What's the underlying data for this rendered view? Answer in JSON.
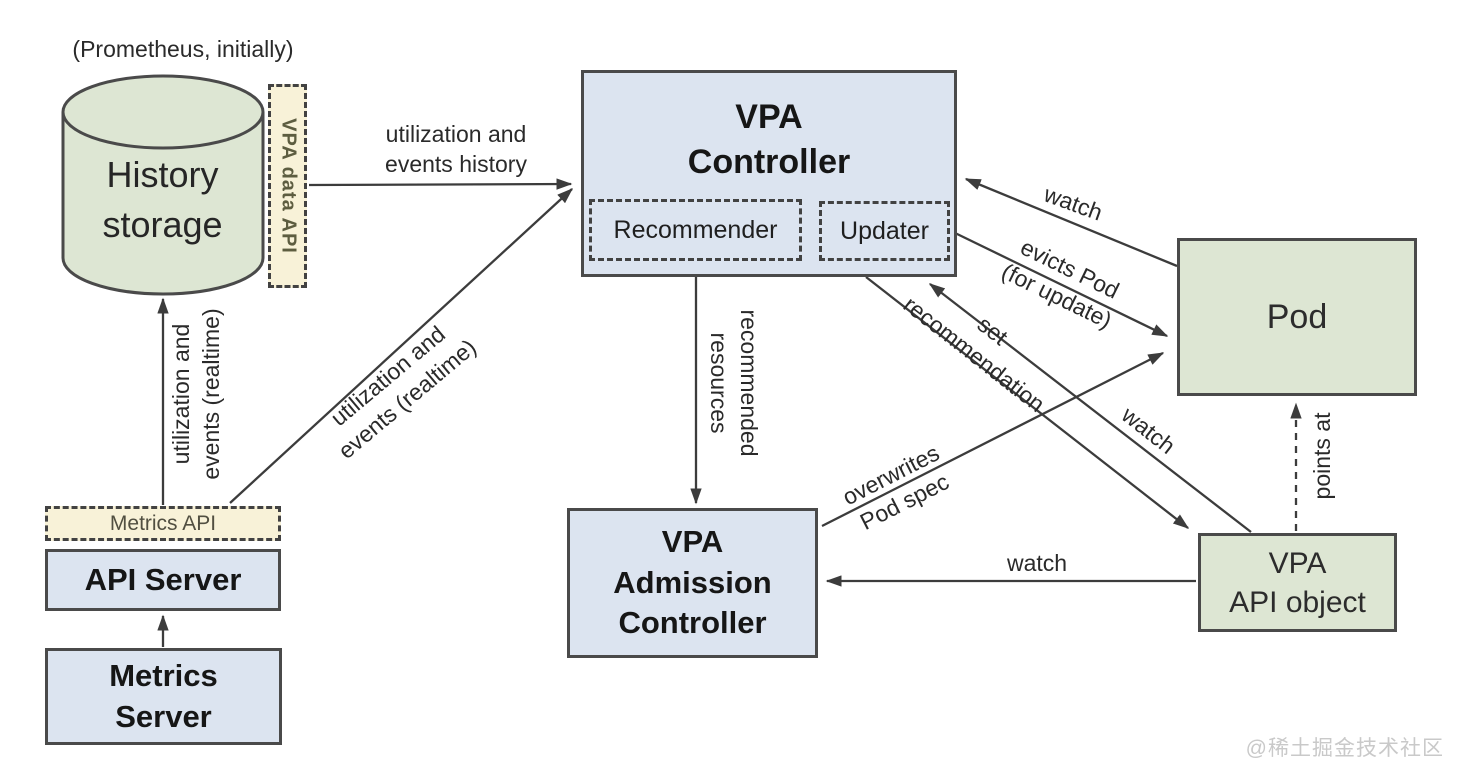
{
  "diagram": {
    "note": "(Prometheus, initially)",
    "watermark": "@稀土掘金技术社区",
    "colors": {
      "node_green": "#dde6d3",
      "node_blue": "#dce4f0",
      "node_yellow": "#f8f2d8",
      "border": "#4a4a4a",
      "line": "#3c3c3c",
      "api_label_text": "#5d5d40",
      "watermark_text": "#c9c9c9"
    }
  },
  "nodes": {
    "history_storage": {
      "line1": "History",
      "line2": "storage"
    },
    "vpa_data_api": {
      "label": "VPA data API"
    },
    "metrics_api": {
      "label": "Metrics API"
    },
    "api_server": {
      "label": "API Server"
    },
    "metrics_server": {
      "line1": "Metrics",
      "line2": "Server"
    },
    "vpa_controller": {
      "line1": "VPA",
      "line2": "Controller"
    },
    "recommender": {
      "label": "Recommender"
    },
    "updater": {
      "label": "Updater"
    },
    "pod": {
      "label": "Pod"
    },
    "vpa_admission_controller": {
      "line1": "VPA",
      "line2": "Admission",
      "line3": "Controller"
    },
    "vpa_api_object": {
      "line1": "VPA",
      "line2": "API object"
    }
  },
  "edges": {
    "history_to_controller": {
      "line1": "utilization and",
      "line2": "events history"
    },
    "metrics_api_to_history": {
      "line1": "utilization and",
      "line2": "events (realtime)"
    },
    "metrics_api_to_controller": {
      "line1": "utilization and",
      "line2": "events (realtime)"
    },
    "recommender_to_admission": {
      "line1": "recommended",
      "line2": "resources"
    },
    "pod_to_controller": {
      "label": "watch"
    },
    "updater_to_pod": {
      "line1": "evicts Pod",
      "line2": "(for update)"
    },
    "recommender_to_object": {
      "line1": "set",
      "line2": "recommendation"
    },
    "object_to_updater": {
      "label": "watch"
    },
    "admission_to_pod": {
      "line1": "overwrites",
      "line2": "Pod spec"
    },
    "object_to_admission": {
      "label": "watch"
    },
    "object_to_pod": {
      "label": "points at"
    }
  }
}
